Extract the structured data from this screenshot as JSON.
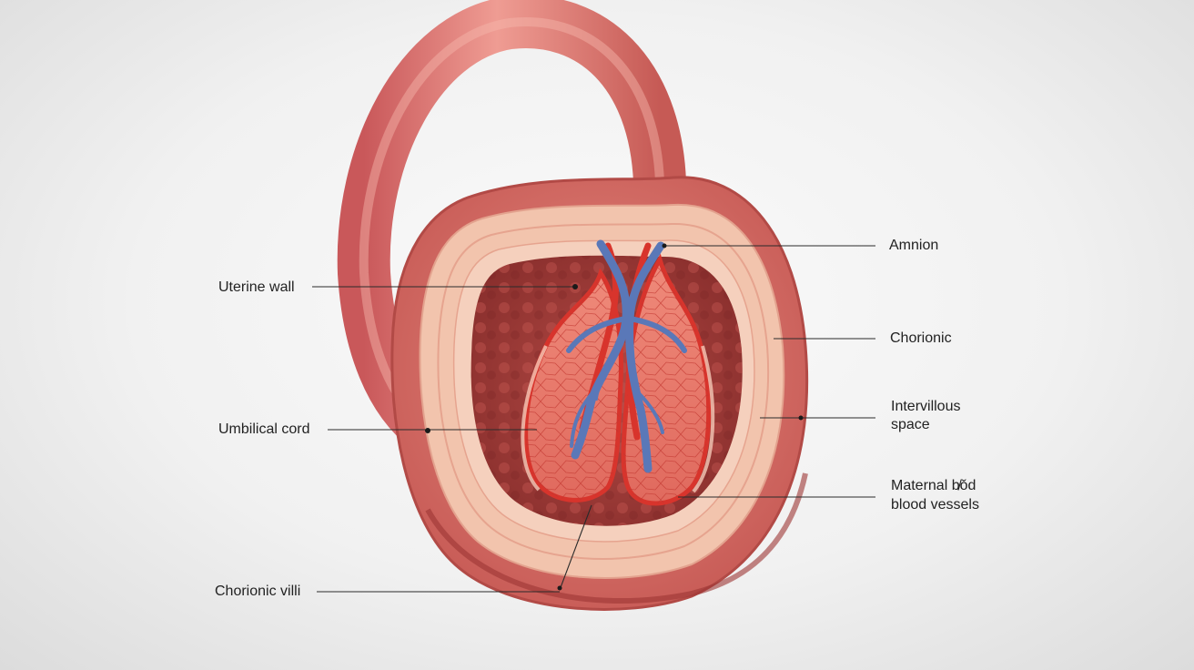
{
  "labels": {
    "amnion": "Amnion",
    "uterine_wall": "Uterine wall",
    "chorionic": "Chorionic",
    "intervillous_space_1": "Intervillous",
    "intervillous_space_2": "space",
    "umbilical_cord": "Umbilical cord",
    "maternal_1": "Maternal b̸ǒd",
    "maternal_2": "blood vessels",
    "chorionic_villi": "Chorionic villi"
  },
  "colors": {
    "tissue_outer": "#d9766f",
    "tissue_light": "#f2c4ad",
    "cavity": "#a8403c",
    "artery": "#d8342c",
    "vein": "#5a78b8",
    "villi": "#e06a5e"
  }
}
